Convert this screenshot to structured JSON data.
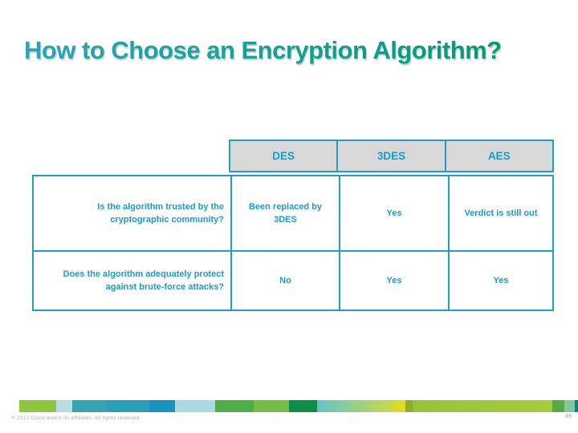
{
  "slide": {
    "title": "How to Choose an Encryption Algorithm?"
  },
  "table": {
    "column_headers": [
      "DES",
      "3DES",
      "AES"
    ],
    "rows": [
      {
        "question": "Is the algorithm trusted by the cryptographic community?",
        "cells": [
          "Been replaced by 3DES",
          "Yes",
          "Verdict is still out"
        ]
      },
      {
        "question": "Does the algorithm adequately protect against brute-force attacks?",
        "cells": [
          "No",
          "Yes",
          "Yes"
        ]
      }
    ]
  },
  "footer": {
    "copyright": "© 2012 Cisco and/or its affiliates. All rights reserved.",
    "page_number": "89",
    "strip_segments": [
      {
        "w": 46,
        "color": "#8cc63f"
      },
      {
        "w": 20,
        "color": "#b8dce2"
      },
      {
        "w": 43,
        "color": "#36a3b1"
      },
      {
        "w": 53,
        "color": "#2b9eb8"
      },
      {
        "w": 32,
        "color": "#1791be"
      },
      {
        "w": 50,
        "color": "#abd9e2"
      },
      {
        "w": 48,
        "color": "#4fae47"
      },
      {
        "w": 44,
        "color": "#76bc49"
      },
      {
        "w": 35,
        "color": "#0e8c48"
      },
      {
        "w": 95,
        "from": "#66c2c8",
        "to": "#c9da4a"
      },
      {
        "w": 15,
        "color": "#d9dc26"
      },
      {
        "w": 9,
        "color": "#8fad27"
      },
      {
        "w": 174,
        "from": "#95c23c",
        "to": "#a8cc3a"
      },
      {
        "w": 15,
        "color": "#57aa45"
      },
      {
        "w": 13,
        "color": "#7fc79c"
      },
      {
        "w": 4,
        "color": "#0e7d85"
      }
    ]
  },
  "colors": {
    "title_gradient_start": "#2ca4b5",
    "title_gradient_end": "#00986e",
    "table_accent": "#1d9ac8",
    "table_border": "#259bc8",
    "header_background": "#d8d8d8"
  }
}
